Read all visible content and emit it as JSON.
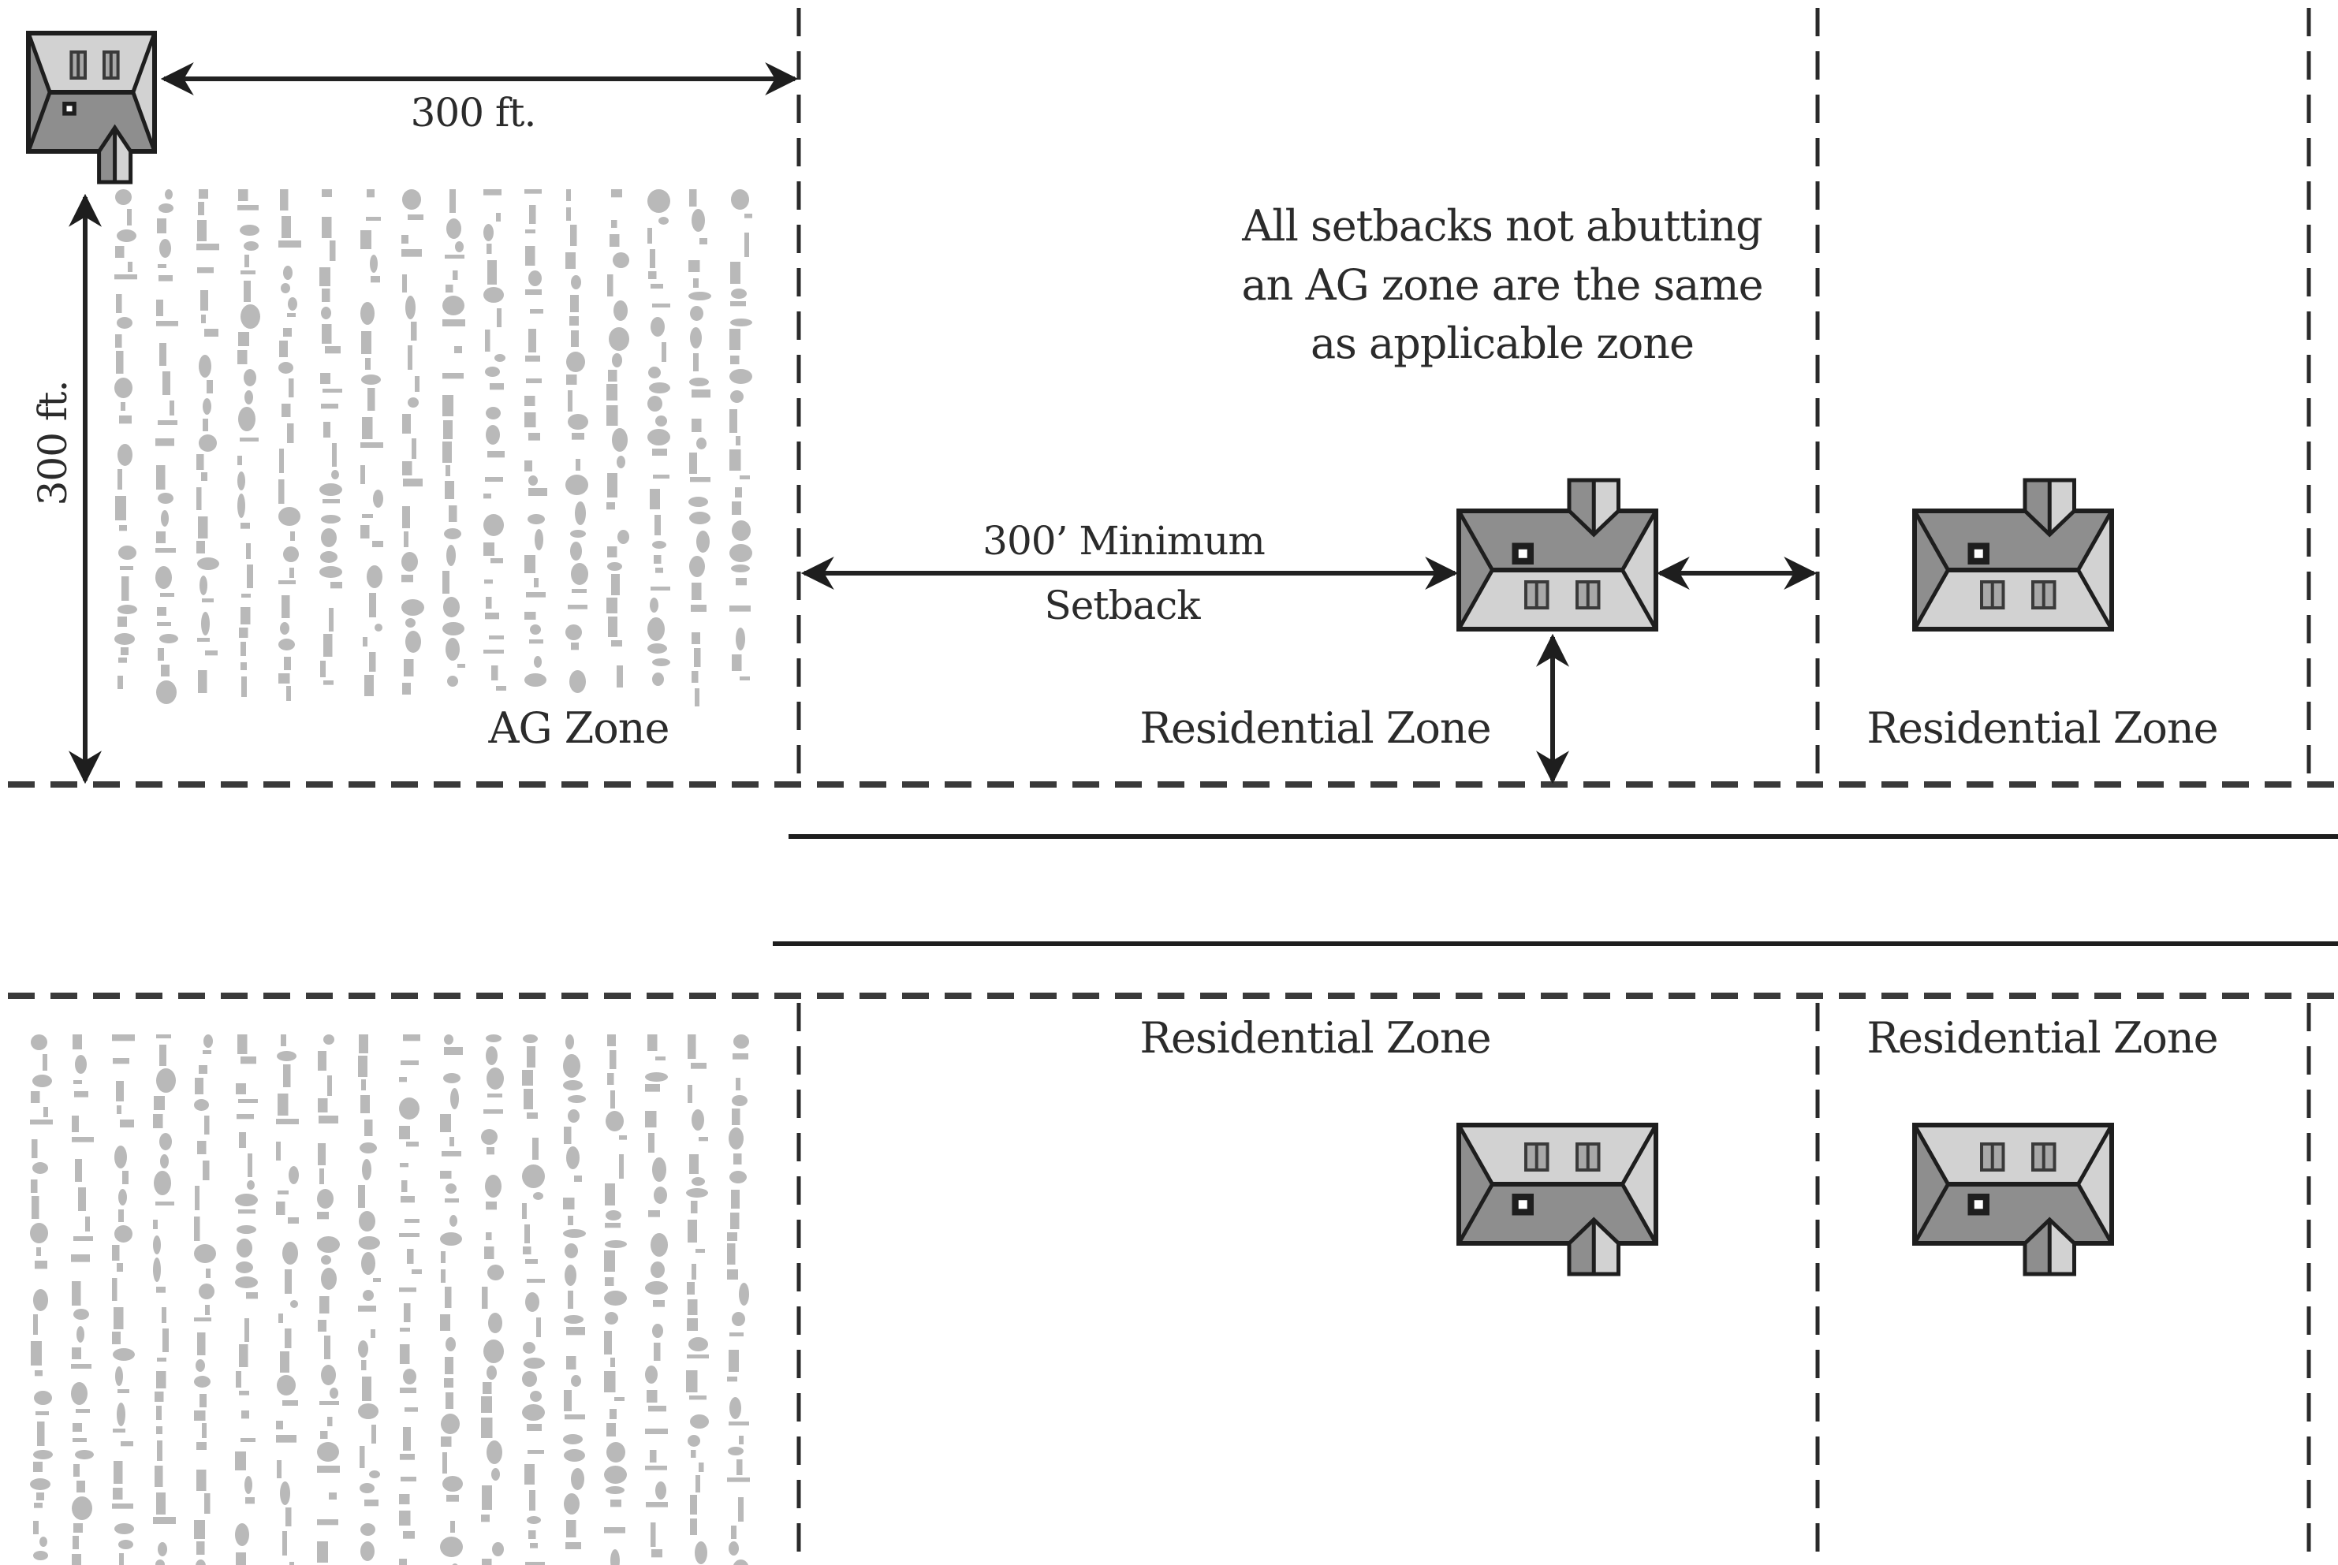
{
  "diagram": {
    "title": "AG zone setback diagram",
    "colors": {
      "background": "#ffffff",
      "line": "#222222",
      "roof_dark": "#8e8e8e",
      "roof_light": "#d2d2d2",
      "ag_texture": "#b9b9b9"
    },
    "dimensions": {
      "ag_width_label": "300 ft.",
      "ag_depth_label": "300 ft.",
      "setback_label_line1": "300’ Minimum",
      "setback_label_line2": "Setback"
    },
    "note": {
      "line1": "All setbacks not abutting",
      "line2": "an AG zone are the same",
      "line3": "as applicable zone"
    },
    "zones": {
      "upper": [
        {
          "label": "AG Zone",
          "type": "agricultural"
        },
        {
          "label": "Residential Zone",
          "type": "residential"
        },
        {
          "label": "Residential Zone",
          "type": "residential"
        }
      ],
      "lower": [
        {
          "label": "",
          "type": "agricultural"
        },
        {
          "label": "Residential Zone",
          "type": "residential"
        },
        {
          "label": "Residential Zone",
          "type": "residential"
        }
      ]
    },
    "houses": [
      {
        "zone": "AG Zone (upper)",
        "facing": "down"
      },
      {
        "zone": "Residential Zone (upper, middle)",
        "facing": "up"
      },
      {
        "zone": "Residential Zone (upper, right)",
        "facing": "up"
      },
      {
        "zone": "Residential Zone (lower, middle)",
        "facing": "down"
      },
      {
        "zone": "Residential Zone (lower, right)",
        "facing": "down"
      }
    ],
    "icons": {
      "house": "house-roof-plan-icon",
      "double_arrow": "double-headed-arrow-icon",
      "crop_rows": "crop-field-texture"
    }
  }
}
